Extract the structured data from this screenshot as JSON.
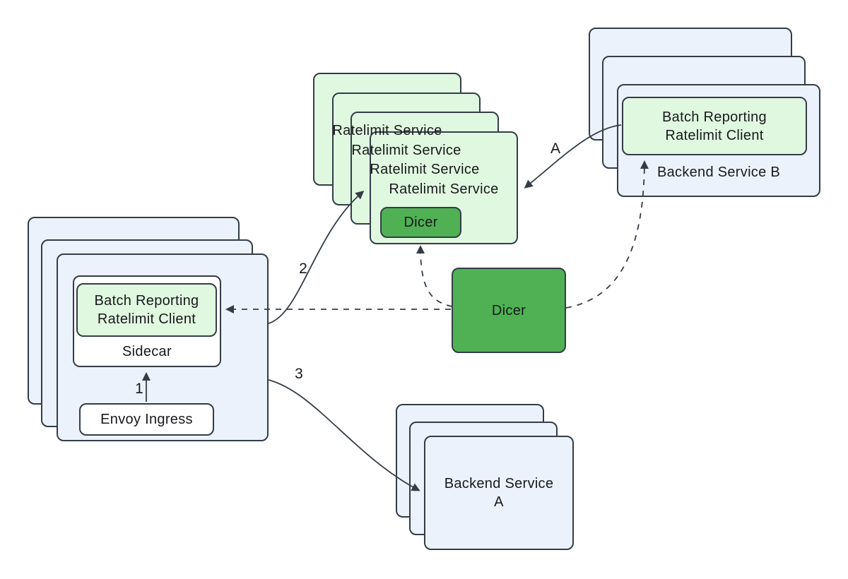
{
  "diagram": {
    "colors": {
      "background": "#ffffff",
      "node_blue": "#ecf2fc",
      "node_pale_green": "#e1f8e0",
      "node_green": "#4fb153",
      "node_white": "#ffffff",
      "stroke": "#333d47",
      "text": "#17191c"
    },
    "ingress_pod": {
      "client_label": "Batch Reporting\nRatelimit Client",
      "sidecar_label": "Sidecar",
      "envoy_label": "Envoy Ingress",
      "replica_count": 3
    },
    "ratelimit_service": {
      "label": "Ratelimit Service",
      "dicer_label": "Dicer",
      "replica_count": 4
    },
    "backend_b": {
      "client_label": "Batch Reporting\nRatelimit Client",
      "label": "Backend Service B",
      "replica_count": 3
    },
    "backend_a": {
      "label": "Backend Service\nA",
      "replica_count": 3
    },
    "dicer": {
      "label": "Dicer"
    },
    "edges": [
      {
        "label": "1",
        "style": "solid",
        "from": "envoy-ingress",
        "to": "sidecar"
      },
      {
        "label": "2",
        "style": "solid",
        "from": "ingress-pod",
        "to": "ratelimit-service"
      },
      {
        "label": "3",
        "style": "solid",
        "from": "ingress-pod",
        "to": "backend-service-a"
      },
      {
        "label": "A",
        "style": "solid",
        "from": "backend-b-client",
        "to": "ratelimit-service"
      },
      {
        "label": "",
        "style": "dashed",
        "from": "dicer",
        "to": "ingress-pod-client"
      },
      {
        "label": "",
        "style": "dashed",
        "from": "dicer",
        "to": "ratelimit-dicer"
      },
      {
        "label": "",
        "style": "dashed",
        "from": "dicer",
        "to": "backend-b-client"
      }
    ]
  }
}
